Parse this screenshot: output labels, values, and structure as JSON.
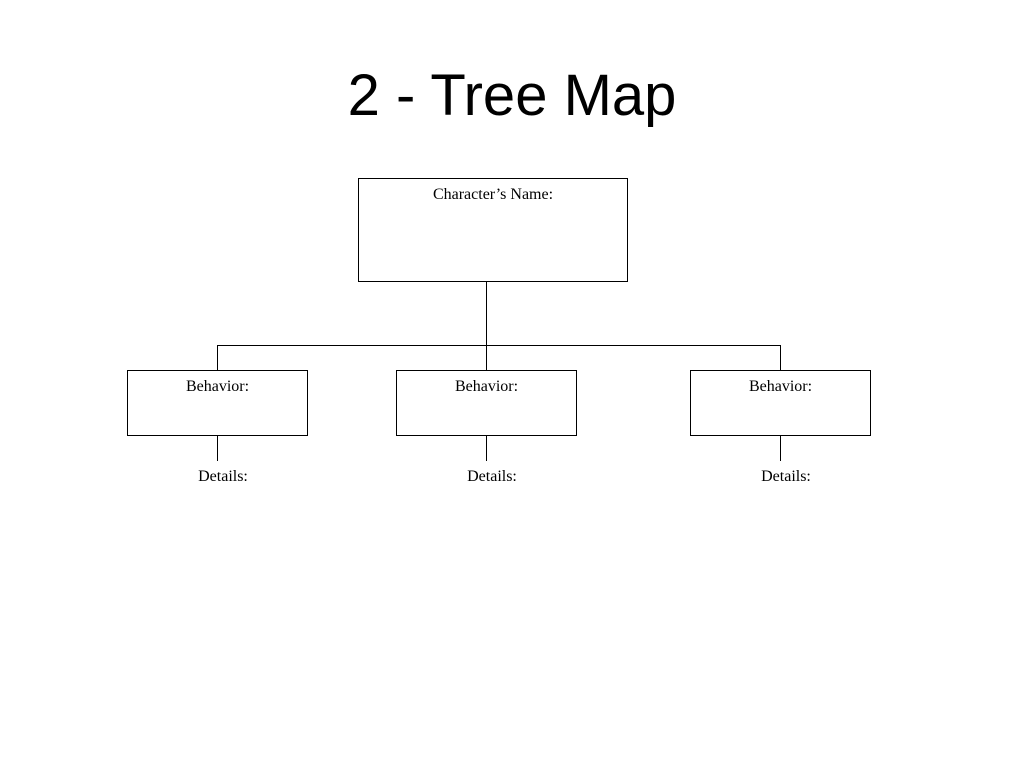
{
  "slide": {
    "title": "2 - Tree Map"
  },
  "tree": {
    "root": {
      "label": "Character’s Name:"
    },
    "branches": [
      {
        "behavior_label": "Behavior:",
        "details_label": "Details:"
      },
      {
        "behavior_label": "Behavior:",
        "details_label": "Details:"
      },
      {
        "behavior_label": "Behavior:",
        "details_label": "Details:"
      }
    ]
  },
  "colors": {
    "line": "#000000",
    "background": "#ffffff"
  }
}
